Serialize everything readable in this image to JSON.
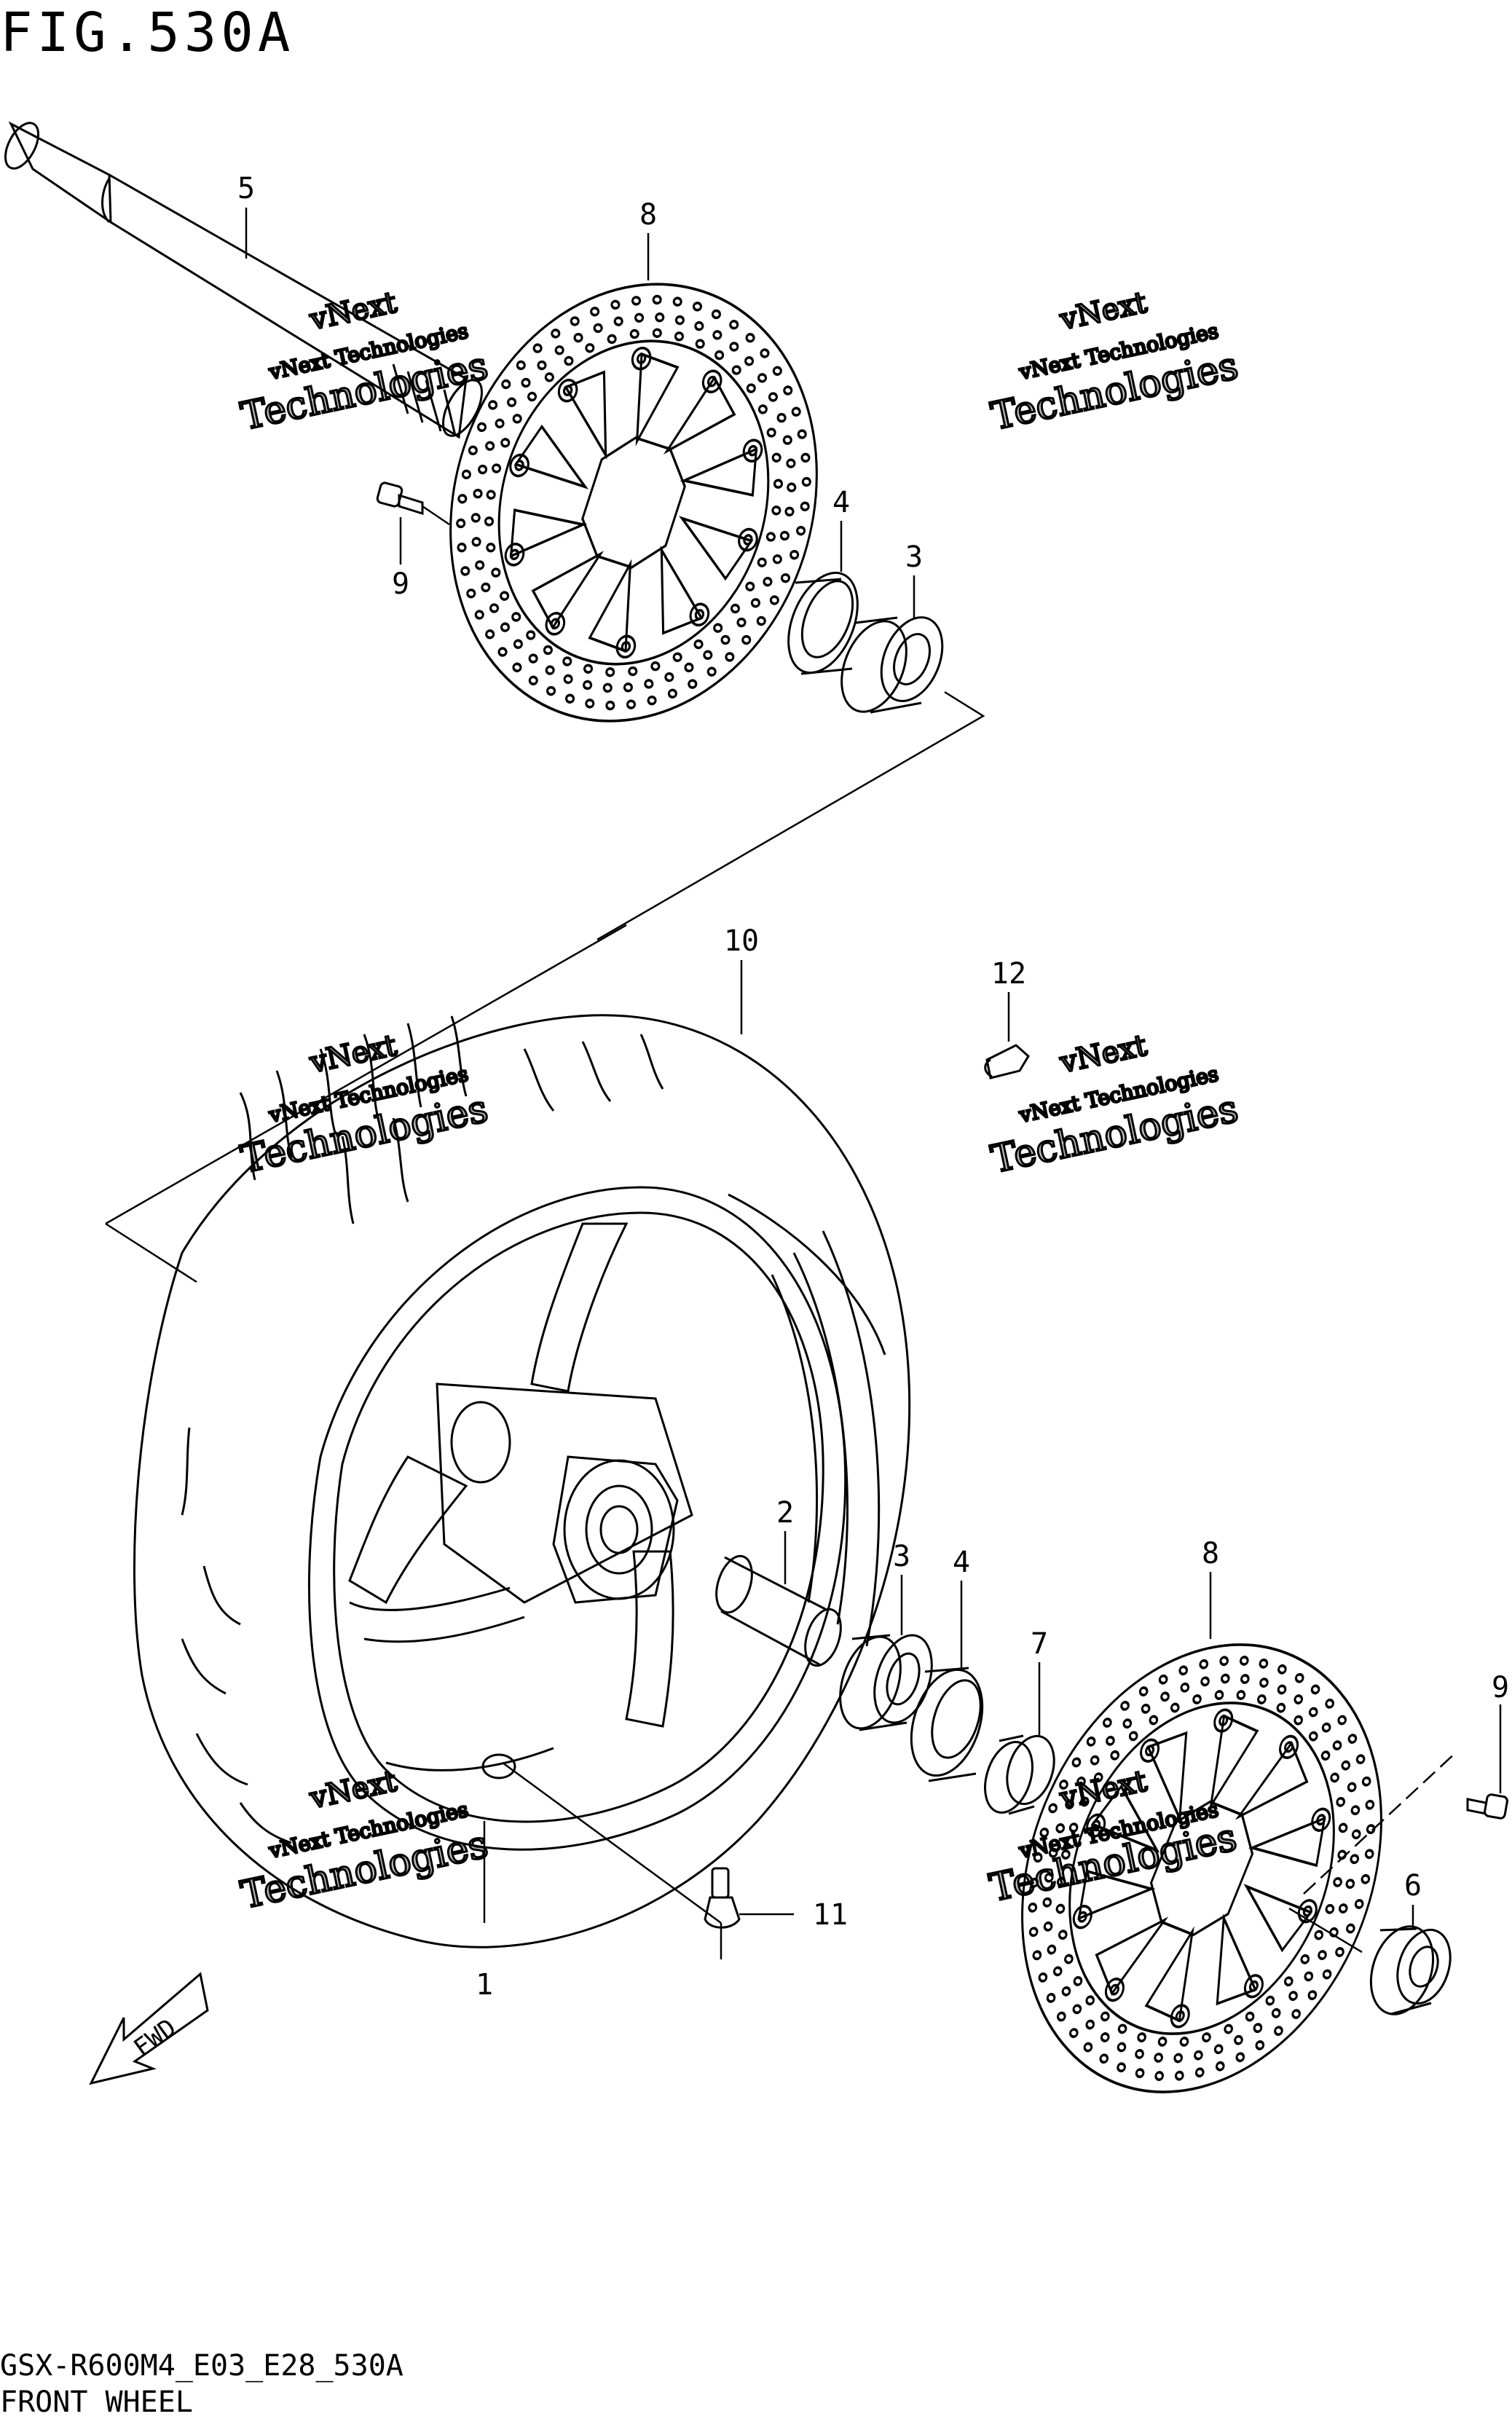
{
  "figure": {
    "title": "FIG.530A",
    "model_code": "GSX-R600M4_E03_E28_530A",
    "part_name": "FRONT WHEEL"
  },
  "callouts": [
    {
      "id": "1",
      "label": "1"
    },
    {
      "id": "2",
      "label": "2"
    },
    {
      "id": "3a",
      "label": "3"
    },
    {
      "id": "3b",
      "label": "3"
    },
    {
      "id": "4a",
      "label": "4"
    },
    {
      "id": "4b",
      "label": "4"
    },
    {
      "id": "5",
      "label": "5"
    },
    {
      "id": "6",
      "label": "6"
    },
    {
      "id": "7",
      "label": "7"
    },
    {
      "id": "8a",
      "label": "8"
    },
    {
      "id": "8b",
      "label": "8"
    },
    {
      "id": "9a",
      "label": "9"
    },
    {
      "id": "9b",
      "label": "9"
    },
    {
      "id": "10",
      "label": "10"
    },
    {
      "id": "11",
      "label": "11"
    },
    {
      "id": "12",
      "label": "12"
    }
  ],
  "fwd_arrow": {
    "label": "FWD"
  },
  "watermark": {
    "line1": "vNext Technologies",
    "line2": "vNext",
    "line3": "Technologies"
  }
}
